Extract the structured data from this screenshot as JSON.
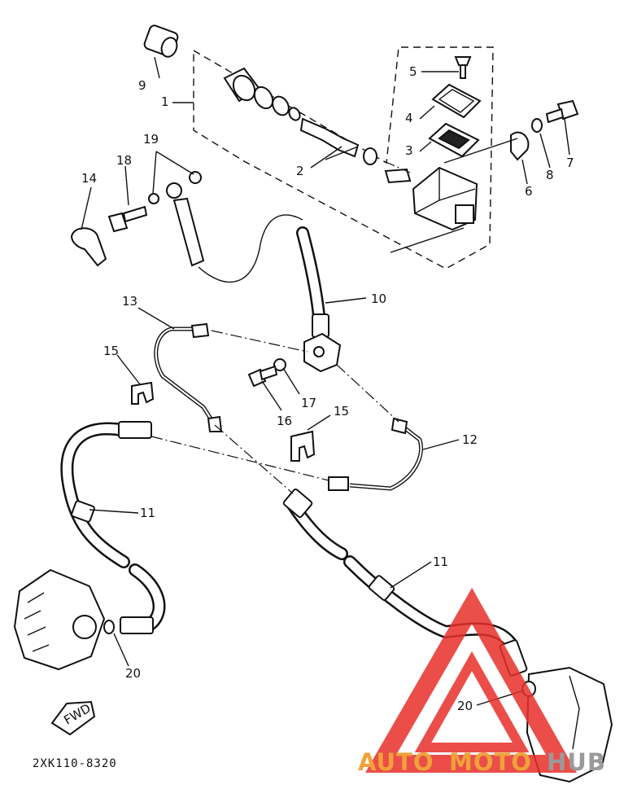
{
  "diagram": {
    "part_labels": [
      "1",
      "2",
      "3",
      "4",
      "5",
      "6",
      "7",
      "8",
      "9",
      "10",
      "11",
      "11",
      "12",
      "13",
      "14",
      "15",
      "15",
      "16",
      "17",
      "18",
      "19",
      "20",
      "20"
    ],
    "direction_label": "FWD",
    "diagram_code": "2XK110-8320"
  },
  "watermark": {
    "text_auto": "AUTO",
    "text_moto": "MOTO",
    "text_hub": "HUB",
    "color_red": "#e8302a",
    "color_orange": "#f0a23a",
    "color_gray": "#9a9a9a"
  }
}
